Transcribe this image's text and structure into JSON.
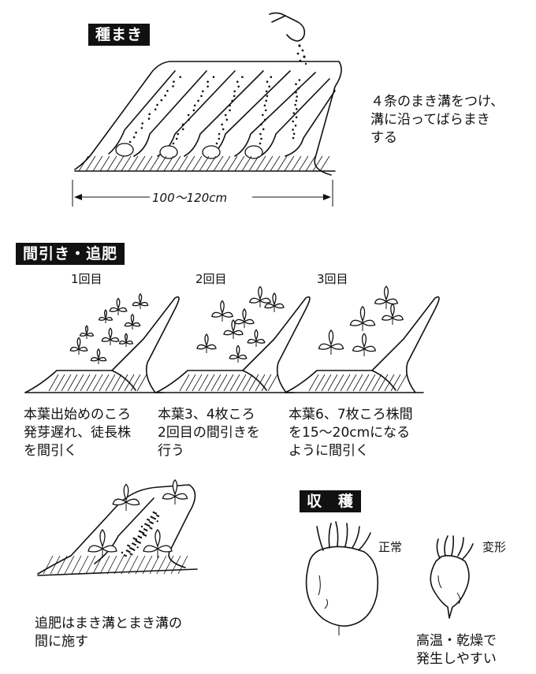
{
  "sections": {
    "sowing": {
      "title": "種まき",
      "description": "４条のまき溝をつけ、\n溝に沿ってばらまき\nする",
      "width_label": "100～120cm"
    },
    "thinning": {
      "title": "間引き・追肥",
      "stages": [
        {
          "label": "1回目",
          "note": "本葉出始めのころ\n発芽遅れ、徒長株\nを間引く"
        },
        {
          "label": "2回目",
          "note": "本葉3、4枚ころ\n2回目の間引きを\n行う"
        },
        {
          "label": "3回目",
          "note": "本葉6、7枚ころ株間\nを15～20cmになる\nように間引く"
        }
      ],
      "fertilize_note": "追肥はまき溝とまき溝の\n間に施す"
    },
    "harvest": {
      "title": "収　穫",
      "normal_label": "正常",
      "deformed_label": "変形",
      "deformed_note": "高温・乾燥で\n発生しやすい"
    }
  }
}
